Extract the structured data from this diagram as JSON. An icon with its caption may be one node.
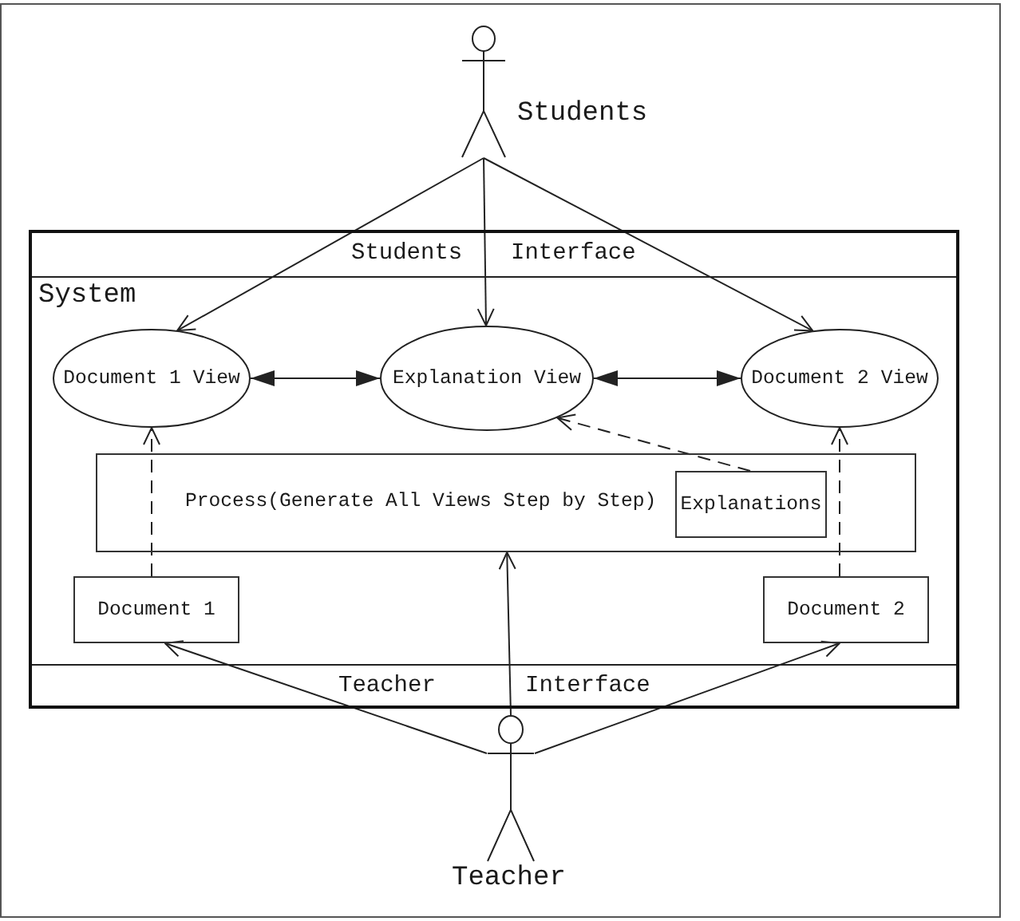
{
  "diagram": {
    "nodes": [
      {
        "text": [],
        "shape": "person",
        "beside": [
          "Students"
        ]
      },
      {
        "text": [
          "System"
        ]
      },
      {
        "text": [
          "Document 1 View"
        ],
        "in": 1
      },
      {
        "text": [
          "Explanation View"
        ],
        "in": 1
      },
      {
        "text": [
          "Document 2 View"
        ],
        "in": 1
      },
      {
        "text": [
          "Process(Generate All Views Step by Step)"
        ],
        "in": 1
      },
      {
        "text": [
          "Explanations"
        ],
        "in": 5
      },
      {
        "text": [
          "Document 1"
        ],
        "in": 1
      },
      {
        "text": [
          "Document 2"
        ],
        "in": 1
      },
      {
        "text": [],
        "shape": "person",
        "beside": [
          "Teacher"
        ]
      }
    ],
    "edges": [
      {
        "from": 0,
        "to": 2,
        "arrow": "to"
      },
      {
        "from": 0,
        "to": 3,
        "arrow": "to"
      },
      {
        "from": 0,
        "to": 4,
        "arrow": "to"
      },
      {
        "from": 2,
        "to": 3,
        "arrow": "both"
      },
      {
        "from": 3,
        "to": 4,
        "arrow": "both"
      },
      {
        "from": 6,
        "to": 3,
        "arrow": "to",
        "style": "dashed"
      },
      {
        "from": 7,
        "to": 2,
        "arrow": "to",
        "style": "dashed"
      },
      {
        "from": 8,
        "to": 4,
        "arrow": "to",
        "style": "dashed"
      },
      {
        "from": 9,
        "to": 5,
        "arrow": "to"
      },
      {
        "from": 9,
        "to": 7,
        "arrow": "to"
      },
      {
        "from": 9,
        "to": 8,
        "arrow": "to"
      }
    ],
    "labels": [
      "Students",
      "Interface",
      "Teacher",
      "Interface"
    ]
  }
}
